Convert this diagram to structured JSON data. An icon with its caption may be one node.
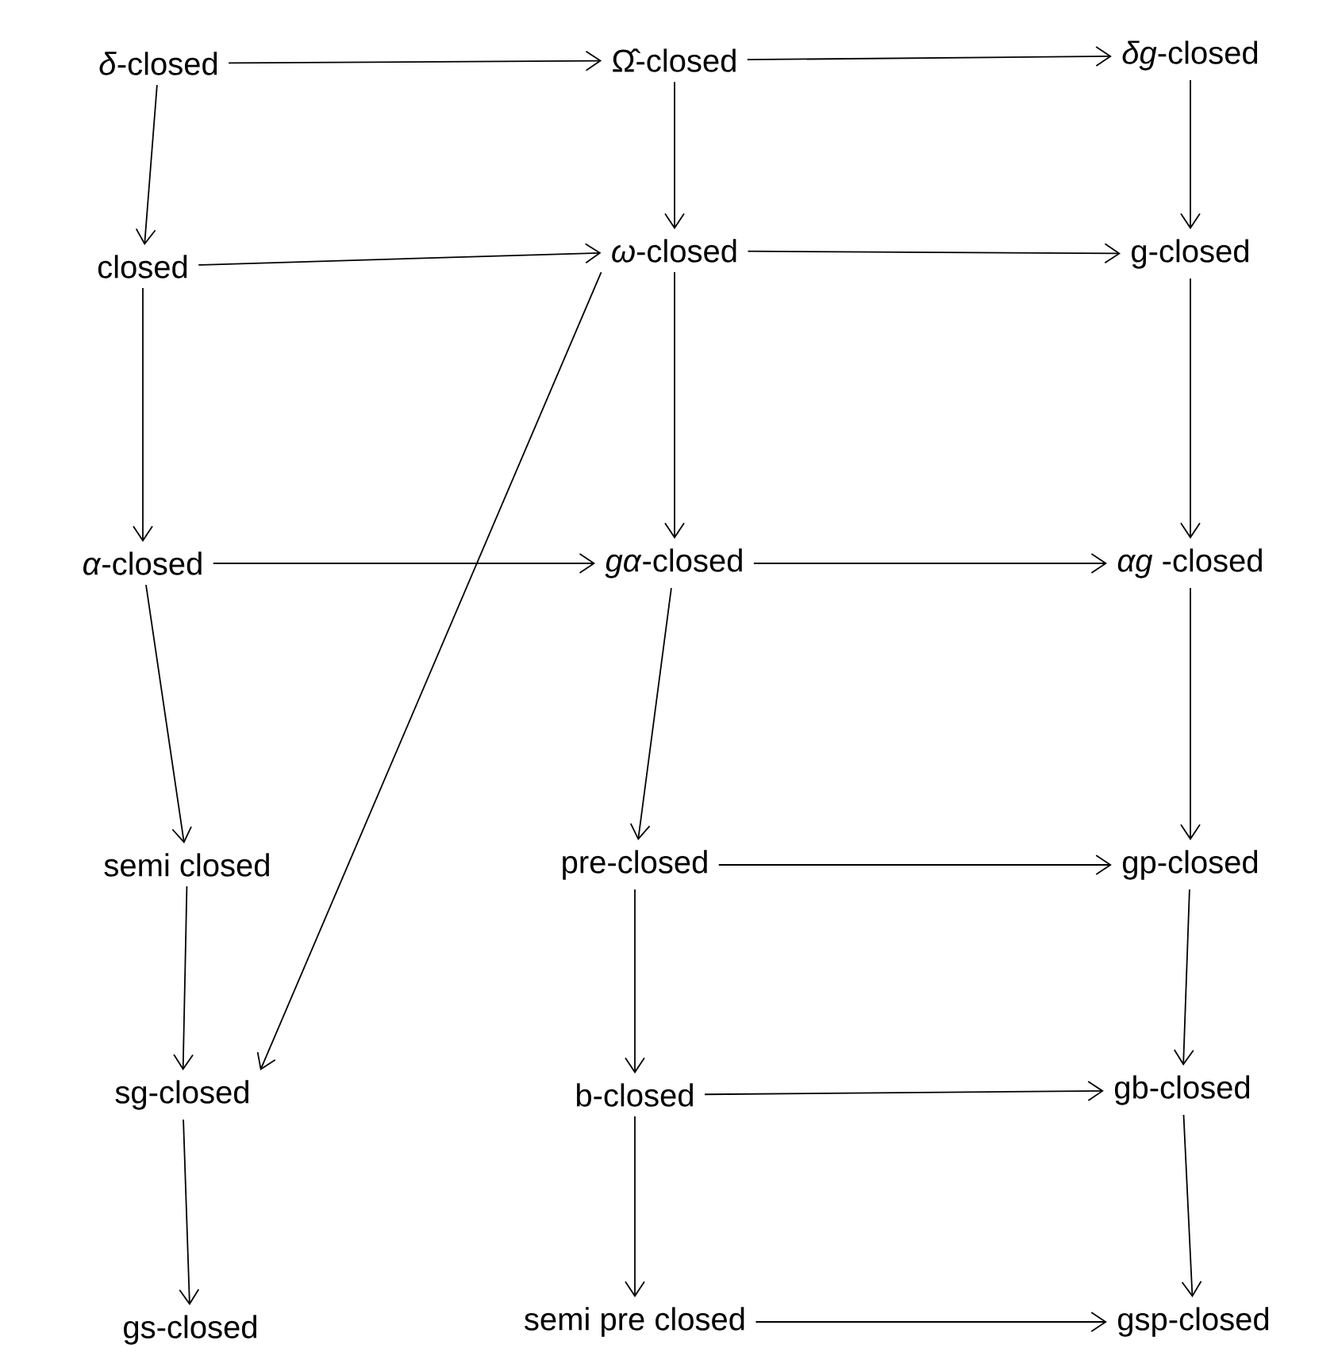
{
  "diagram": {
    "nodes": [
      {
        "text": [
          "*δ*-closed"
        ]
      },
      {
        "text": [
          "Ω̂-closed"
        ]
      },
      {
        "text": [
          "*δg*-closed"
        ]
      },
      {
        "text": [
          "closed"
        ]
      },
      {
        "text": [
          "*ω*-closed"
        ]
      },
      {
        "text": [
          "g-closed"
        ]
      },
      {
        "text": [
          "*α*-closed"
        ]
      },
      {
        "text": [
          "*gα*-closed"
        ]
      },
      {
        "text": [
          "*αg* -closed"
        ]
      },
      {
        "text": [
          "semi closed"
        ]
      },
      {
        "text": [
          "pre-closed"
        ]
      },
      {
        "text": [
          "gp-closed"
        ]
      },
      {
        "text": [
          "sg-closed"
        ]
      },
      {
        "text": [
          "b-closed"
        ]
      },
      {
        "text": [
          "gb-closed"
        ]
      },
      {
        "text": [
          "gs-closed"
        ]
      },
      {
        "text": [
          "semi pre closed"
        ]
      },
      {
        "text": [
          "gsp-closed"
        ]
      }
    ],
    "edges": [
      {
        "from": 0,
        "to": 1,
        "arrow": "to"
      },
      {
        "from": 1,
        "to": 2,
        "arrow": "to"
      },
      {
        "from": 0,
        "to": 3,
        "arrow": "to"
      },
      {
        "from": 1,
        "to": 4,
        "arrow": "to"
      },
      {
        "from": 2,
        "to": 5,
        "arrow": "to"
      },
      {
        "from": 3,
        "to": 4,
        "arrow": "to"
      },
      {
        "from": 4,
        "to": 5,
        "arrow": "to"
      },
      {
        "from": 3,
        "to": 6,
        "arrow": "to"
      },
      {
        "from": 4,
        "to": 7,
        "arrow": "to"
      },
      {
        "from": 5,
        "to": 8,
        "arrow": "to"
      },
      {
        "from": 6,
        "to": 7,
        "arrow": "to"
      },
      {
        "from": 7,
        "to": 8,
        "arrow": "to"
      },
      {
        "from": 4,
        "to": 12,
        "arrow": "to"
      },
      {
        "from": 6,
        "to": 9,
        "arrow": "to"
      },
      {
        "from": 7,
        "to": 10,
        "arrow": "to"
      },
      {
        "from": 8,
        "to": 11,
        "arrow": "to"
      },
      {
        "from": 9,
        "to": 12,
        "arrow": "to"
      },
      {
        "from": 10,
        "to": 11,
        "arrow": "to"
      },
      {
        "from": 10,
        "to": 13,
        "arrow": "to"
      },
      {
        "from": 11,
        "to": 14,
        "arrow": "to"
      },
      {
        "from": 12,
        "to": 15,
        "arrow": "to"
      },
      {
        "from": 13,
        "to": 14,
        "arrow": "to"
      },
      {
        "from": 13,
        "to": 16,
        "arrow": "to"
      },
      {
        "from": 14,
        "to": 17,
        "arrow": "to"
      },
      {
        "from": 16,
        "to": 17,
        "arrow": "to"
      }
    ]
  }
}
